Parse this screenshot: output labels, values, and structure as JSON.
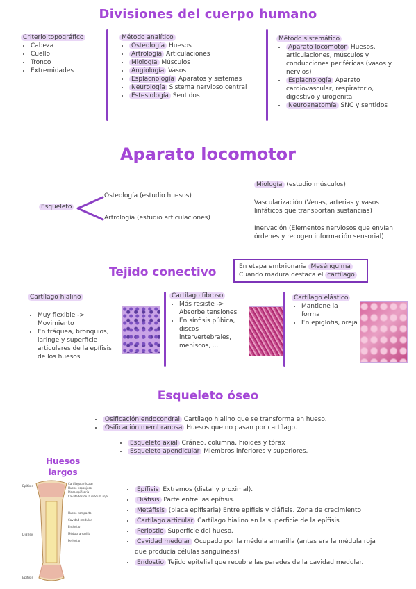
{
  "section1": {
    "title": "Divisiones del cuerpo humano",
    "col1": {
      "heading": "Criterio topográfico",
      "items": [
        "Cabeza",
        "Cuello",
        "Tronco",
        "Extremidades"
      ]
    },
    "col2": {
      "heading": "Método analítico",
      "items": [
        {
          "term": "Osteología",
          "text": " Huesos"
        },
        {
          "term": "Artrología",
          "text": " Articulaciones"
        },
        {
          "term": "Miología",
          "text": " Músculos"
        },
        {
          "term": "Angiología",
          "text": " Vasos"
        },
        {
          "term": "Esplacnología",
          "text": " Aparatos y sistemas"
        },
        {
          "term": "Neurología",
          "text": " Sistema nervioso central"
        },
        {
          "term": "Estesiología",
          "text": " Sentidos"
        }
      ]
    },
    "col3": {
      "heading": "Método sistemático",
      "items": [
        {
          "term": "Aparato locomotor",
          "text": " Huesos, articulaciones, músculos y conducciones periféricas (vasos y nervios)"
        },
        {
          "term": "Esplacnología",
          "text": " Aparato cardiovascular, respiratorio, digestivo y urogenital"
        },
        {
          "term": "Neuroanatomía",
          "text": " SNC y sentidos"
        }
      ]
    }
  },
  "section2": {
    "title": "Aparato locomotor",
    "esqueleto": "Esqueleto",
    "branch1": "Osteología (estudio huesos)",
    "branch2": "Artrología (estudio articulaciones)",
    "miologia_term": "Miología",
    "miologia_text": " (estudio músculos)",
    "vascular": "Vascularización (Venas, arterias y vasos linfáticos que transportan sustancias)",
    "inervacion": "Inervación (Elementos nerviosos que envían órdenes y recogen información sensorial)"
  },
  "section3": {
    "title": "Tejido conectivo",
    "note_line1_pre": "En etapa embrionaria ",
    "note_line1_term": "Mesénquima",
    "note_line2_pre": "Cuando madura destaca el ",
    "note_line2_term": "cartílago",
    "col1": {
      "heading": "Cartílago hialino",
      "items": [
        "Muy flexible -> Movimiento",
        "En tráquea, bronquios, laringe y superficie articulares de la epífisis de los huesos"
      ]
    },
    "col2": {
      "heading": "Cartílago fibroso",
      "items": [
        "Más resiste -> Absorbe tensiones",
        "En sínfisis púbica, discos intervertebrales, meniscos, ..."
      ]
    },
    "col3": {
      "heading": "Cartílago elástico",
      "items": [
        "Mantiene la forma",
        "En epiglotis, oreja"
      ]
    }
  },
  "section4": {
    "title": "Esqueleto óseo",
    "osif": [
      {
        "term": "Osificación endocondral",
        "text": " Cartílago hialino que se transforma en hueso."
      },
      {
        "term": "Osificación membranosa",
        "text": " Huesos que no pasan por cartílago."
      }
    ],
    "esq": [
      {
        "term": "Esqueleto axial",
        "text": " Cráneo, columna, hioides y tórax"
      },
      {
        "term": "Esqueleto apendicular",
        "text": " Miembros inferiores y superiores."
      }
    ],
    "huesos_title_1": "Huesos",
    "huesos_title_2": "largos",
    "bone_labels_left": [
      "Epífisis",
      "Diáfisis",
      "Epífisis"
    ],
    "bone_labels_right": [
      "Cartílago articular",
      "Hueso esponjoso",
      "Placa epifisaria",
      "Cavidades de la médula roja",
      "Hueso compacto",
      "Cavidad medular",
      "Endostio",
      "Médula amarilla",
      "Periostio"
    ],
    "parts": [
      {
        "term": "Epífisis",
        "text": " Extremos (distal y proximal)."
      },
      {
        "term": "Diáfisis",
        "text": " Parte entre las epífisis."
      },
      {
        "term": "Metáfisis",
        "text": " (placa epifisaria) Entre epífisis y diáfisis. Zona de crecimiento"
      },
      {
        "term": "Cartílago articular",
        "text": " Cartílago hialino en la superficie de la epífisis"
      },
      {
        "term": "Periostio",
        "text": " Superficie del hueso."
      },
      {
        "term": "Cavidad medular",
        "text": " Ocupado por la médula amarilla (antes era la médula roja que producía células sanguíneas)"
      },
      {
        "term": "Endostio",
        "text": " Tejido epitelial que recubre las paredes de la cavidad medular."
      }
    ]
  },
  "colors": {
    "accent": "#a447d6",
    "highlight": "#e9d6f6",
    "line": "#8b3fc4"
  }
}
